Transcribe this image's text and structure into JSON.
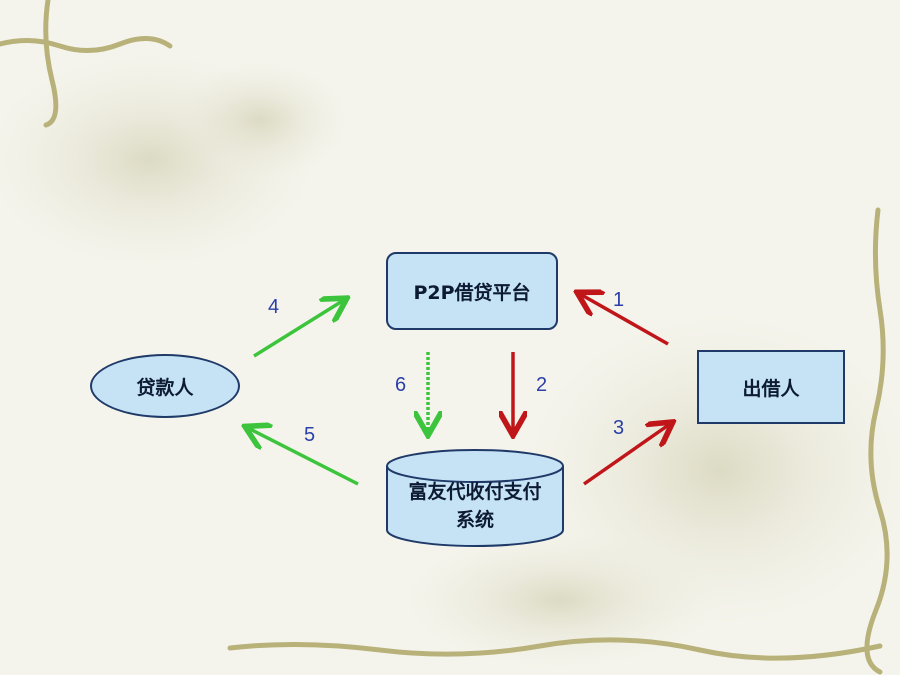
{
  "nodes": {
    "platform": "P2P借贷平台",
    "lender": "出借人",
    "borrower": "贷款人",
    "payment_system_line1": "富友代收付支付",
    "payment_system_line2": "系统"
  },
  "edges": [
    {
      "label": "1",
      "from": "lender",
      "to": "platform",
      "color": "#c0161a"
    },
    {
      "label": "2",
      "from": "platform",
      "to": "payment_system",
      "color": "#c0161a"
    },
    {
      "label": "3",
      "from": "payment_system",
      "to": "lender",
      "color": "#c0161a"
    },
    {
      "label": "4",
      "from": "borrower",
      "to": "platform",
      "color": "#3cc43c"
    },
    {
      "label": "5",
      "from": "payment_system",
      "to": "borrower",
      "color": "#3cc43c"
    },
    {
      "label": "6",
      "from": "platform",
      "to": "payment_system",
      "color": "#3cc43c"
    }
  ],
  "colors": {
    "node_fill": "#c6e3f6",
    "node_border": "#1f3a68",
    "label": "#2a3fa8"
  }
}
